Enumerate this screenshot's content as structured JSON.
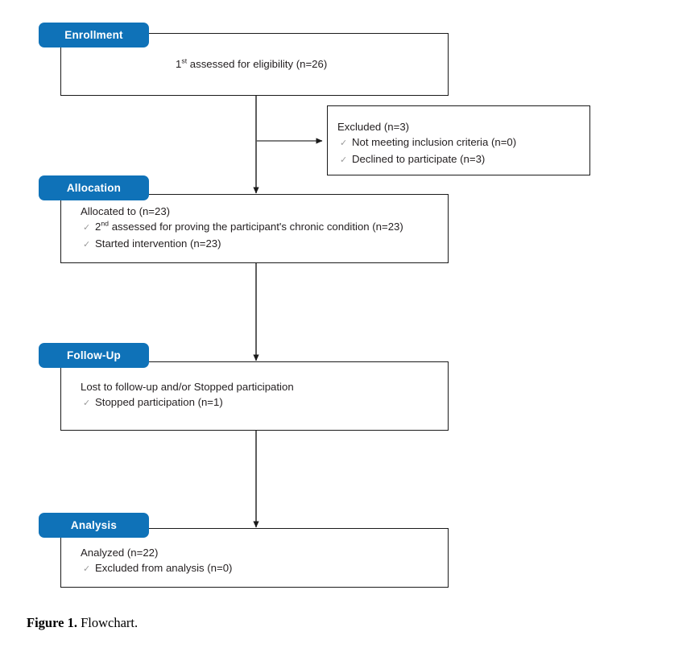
{
  "figure": {
    "caption_label": "Figure 1.",
    "caption_text": "Flowchart."
  },
  "theme": {
    "pill_color": "#0f72b8",
    "pill_text_color": "#ffffff",
    "box_border_color": "#1a1a1a",
    "connector_color": "#1a1a1a",
    "check_color": "#9a9a9a",
    "background": "#ffffff"
  },
  "stages": {
    "enrollment": {
      "pill_label": "Enrollment",
      "body_line": "1st assessed for eligibility (n=26)",
      "body_prefix": "1",
      "body_superscript": "st",
      "body_suffix": " assessed for eligibility (n=26)"
    },
    "excluded": {
      "title": "Excluded (n=3)",
      "items": [
        "Not meeting inclusion criteria (n=0)",
        "Declined to participate (n=3)"
      ]
    },
    "allocation": {
      "pill_label": "Allocation",
      "title": "Allocated to (n=23)",
      "item_1_prefix": "2",
      "item_1_superscript": "nd",
      "item_1_suffix": " assessed for proving the participant's chronic condition (n=23)",
      "items": [
        "2nd assessed for proving the participant's chronic condition (n=23)",
        "Started intervention (n=23)"
      ],
      "item_2": "Started intervention (n=23)"
    },
    "followup": {
      "pill_label": "Follow-Up",
      "title": "Lost to follow-up and/or Stopped participation",
      "items": [
        "Stopped participation (n=1)"
      ],
      "item_1": "Stopped participation (n=1)"
    },
    "analysis": {
      "pill_label": "Analysis",
      "title": "Analyzed (n=22)",
      "items": [
        "Excluded from analysis (n=0)"
      ],
      "item_1": "Excluded from analysis (n=0)"
    }
  },
  "icons": {
    "check": "✓"
  }
}
